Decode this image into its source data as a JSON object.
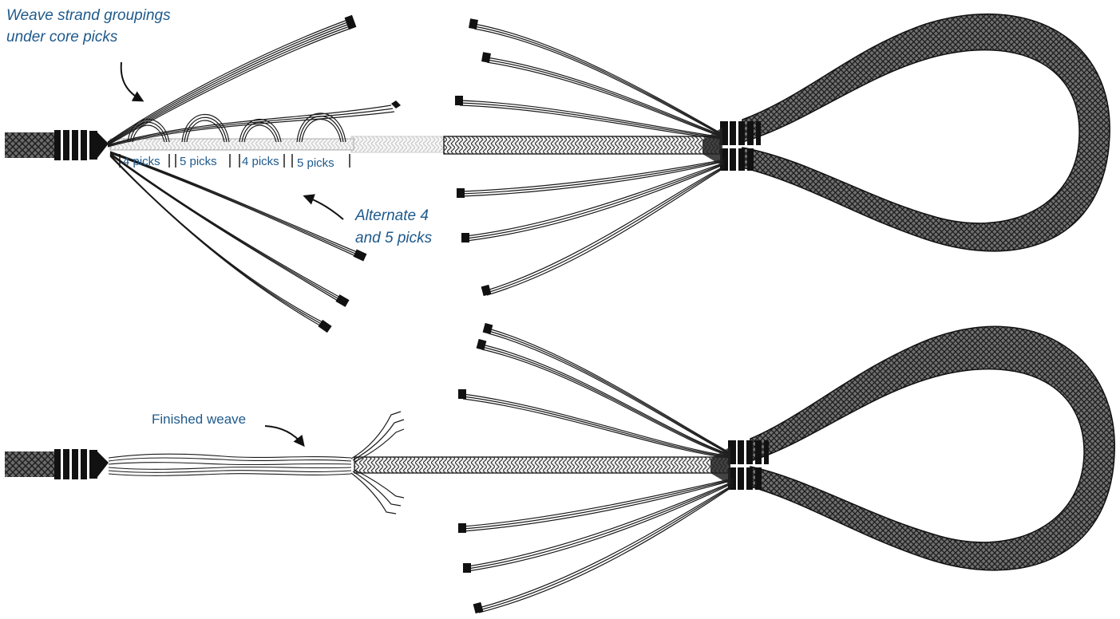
{
  "labels": {
    "weave_line1": "Weave strand groupings",
    "weave_line2": "under core picks",
    "alternate_line1": "Alternate 4",
    "alternate_line2": "and 5 picks",
    "finished": "Finished weave",
    "picks": [
      "4 picks",
      "5 picks",
      "4 picks",
      "5 picks"
    ]
  },
  "colors": {
    "label_blue": "#1f5a8c",
    "rope": "#555555",
    "strand": "#1a1a1a",
    "light_core": "#d9d9d9"
  }
}
